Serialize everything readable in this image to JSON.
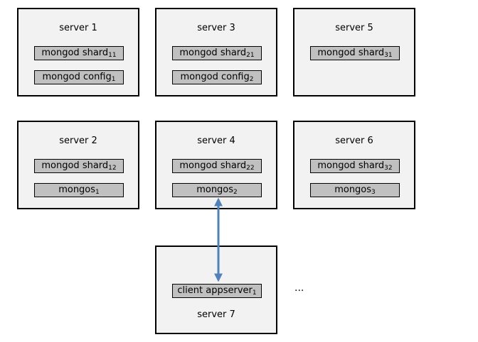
{
  "servers": [
    {
      "title": "server 1",
      "procs": [
        {
          "name": "mongod shard",
          "sub": "11"
        },
        {
          "name": "mongod config",
          "sub": "1"
        }
      ]
    },
    {
      "title": "server 3",
      "procs": [
        {
          "name": "mongod shard",
          "sub": "21"
        },
        {
          "name": "mongod config",
          "sub": "2"
        }
      ]
    },
    {
      "title": "server 5",
      "procs": [
        {
          "name": "mongod shard",
          "sub": "31"
        }
      ]
    },
    {
      "title": "server 2",
      "procs": [
        {
          "name": "mongod shard",
          "sub": "12"
        },
        {
          "name": "mongos",
          "sub": "1"
        }
      ]
    },
    {
      "title": "server 4",
      "procs": [
        {
          "name": "mongod shard",
          "sub": "22"
        },
        {
          "name": "mongos",
          "sub": "2"
        }
      ]
    },
    {
      "title": "server 6",
      "procs": [
        {
          "name": "mongod shard",
          "sub": "32"
        },
        {
          "name": "mongos",
          "sub": "3"
        }
      ]
    },
    {
      "title": "server 7",
      "procs": [
        {
          "name": "client appserver",
          "sub": "1"
        }
      ]
    }
  ],
  "ellipsis": "...",
  "colors": {
    "box_fill": "#f2f2f2",
    "process_fill": "#c0c0c0",
    "arrow": "#4f81bd"
  }
}
